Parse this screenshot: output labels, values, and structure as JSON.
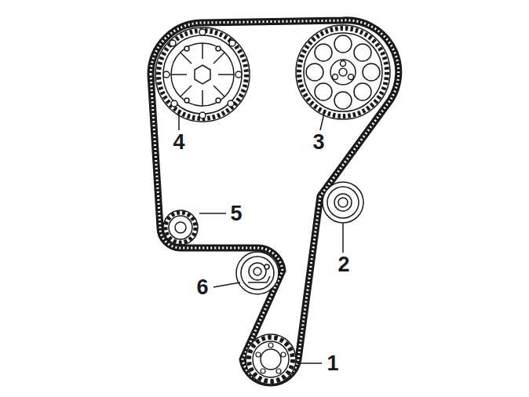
{
  "diagram": {
    "labels": [
      "4",
      "3",
      "5",
      "2",
      "6",
      "1"
    ]
  }
}
